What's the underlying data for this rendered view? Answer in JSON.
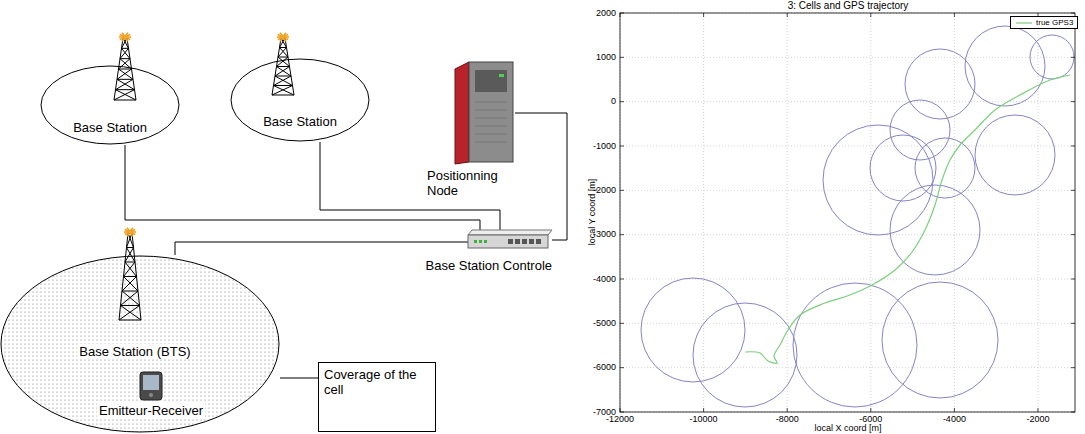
{
  "diagram": {
    "nodes": [
      {
        "text": [
          "Base Station"
        ]
      },
      {
        "text": [
          "Base Station"
        ]
      },
      {
        "text": [
          "Positionning Node"
        ]
      },
      {
        "text": [
          "Base Station (BTS)"
        ]
      },
      {
        "text": [
          "Emitteur-Receiver"
        ],
        "in": 3
      },
      {
        "text": [
          "Base Station Controle"
        ]
      },
      {
        "text": [
          "Coverage of the cell"
        ]
      }
    ],
    "edges": [
      {
        "from": 0,
        "to": 5,
        "arrow": "none"
      },
      {
        "from": 1,
        "to": 5,
        "arrow": "none"
      },
      {
        "from": 3,
        "to": 5,
        "arrow": "none"
      },
      {
        "from": 5,
        "to": 2,
        "arrow": "none"
      },
      {
        "from": 6,
        "to": 3,
        "arrow": "none"
      }
    ],
    "labels": [
      "3: Cells and GPS trajectory",
      "local X coord [m]",
      "local Y coord [m]",
      "-12000",
      "-10000",
      "-8000",
      "-6000",
      "-4000",
      "-2000",
      "2000",
      "1000",
      "0",
      "-1000",
      "-2000",
      "-3000",
      "-4000",
      "-5000",
      "-6000",
      "-7000"
    ],
    "legend": [
      {
        "text": "true GPS3"
      }
    ]
  }
}
